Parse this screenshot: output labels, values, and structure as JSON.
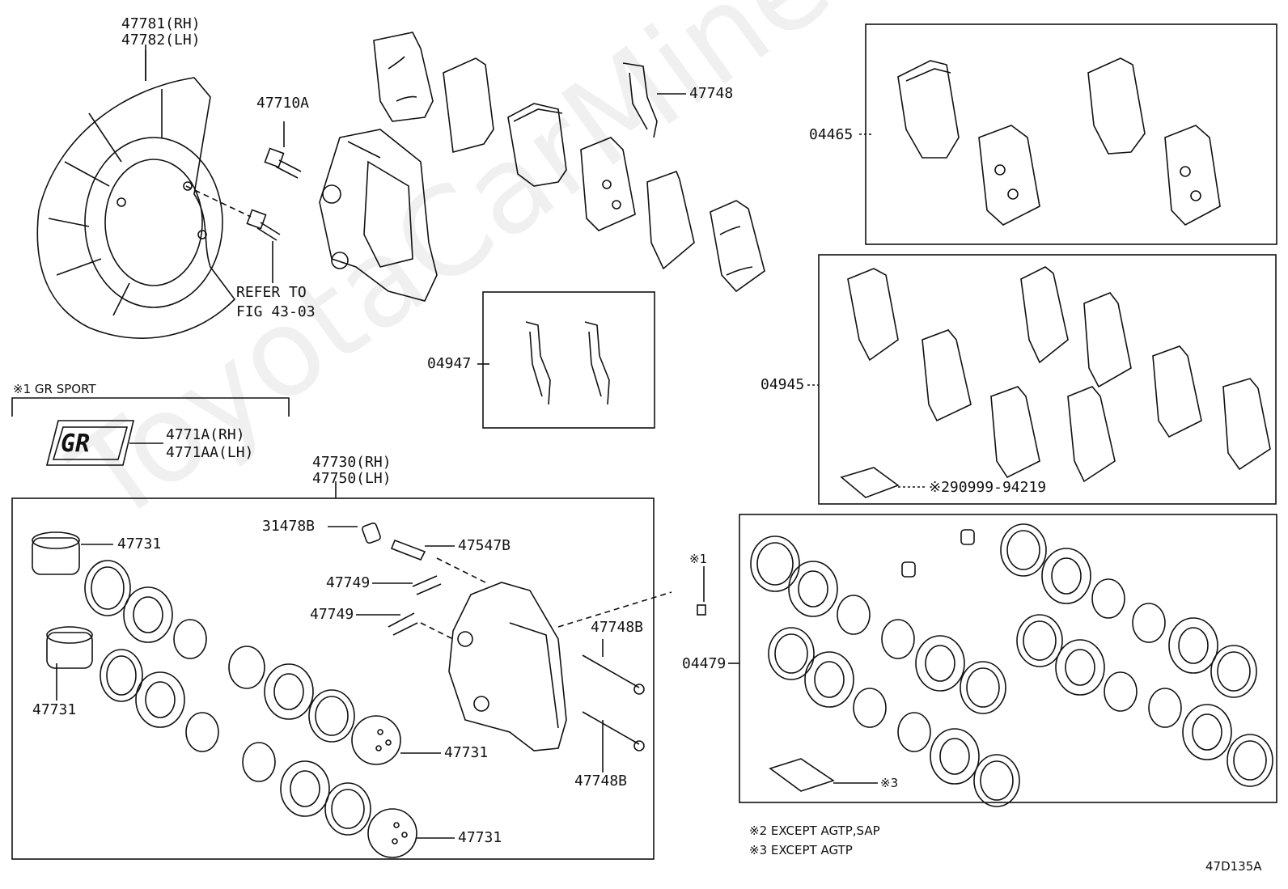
{
  "watermark": "ToyotaCarMine.ru",
  "diagram_code": "47D135A",
  "labels": {
    "disc_cover_rh": "47781(RH)",
    "disc_cover_lh": "47782(LH)",
    "bolt_top": "47710A",
    "refer_line1": "REFER TO",
    "refer_line2": "FIG 43-03",
    "spring_47748": "47748",
    "kit_04465": "04465",
    "kit_04947": "04947",
    "kit_04945": "04945",
    "pack_04945": "※290999-94219",
    "gr_sport": "※1 GR SPORT",
    "emblem_rh": "4771A(RH)",
    "emblem_lh": "4771AA(LH)",
    "caliper_rh": "47730(RH)",
    "caliper_lh": "47750(LH)",
    "cap": "31478B",
    "bleeder": "47547B",
    "clip_a": "47749",
    "clip_b": "47749",
    "piston_a": "47731",
    "piston_b": "47731",
    "piston_c": "47731",
    "piston_d": "47731",
    "pin_a": "47748B",
    "pin_b": "47748B",
    "note_mark": "※1",
    "kit_04479": "04479",
    "mark_3": "※3",
    "gr_text": "GR",
    "footnote2": "※2 EXCEPT AGTP,SAP",
    "footnote3": "※3 EXCEPT AGTP"
  }
}
